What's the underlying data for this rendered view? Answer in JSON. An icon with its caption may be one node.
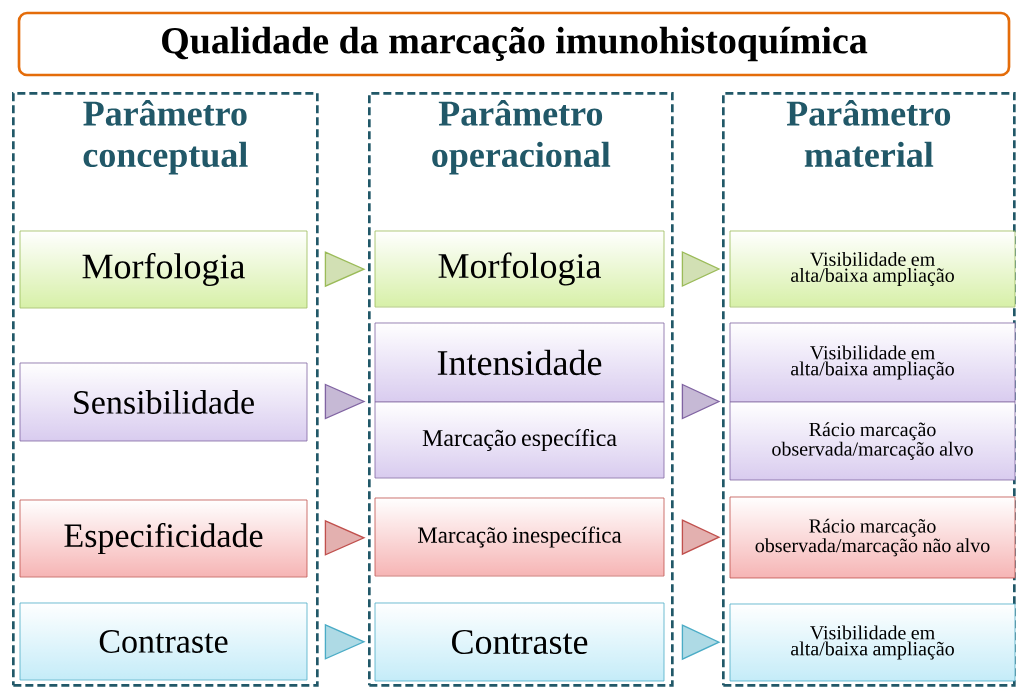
{
  "diagram": {
    "title": "Qualidade da marcação imunohistoquímica",
    "nodes": [
      {
        "text": [
          "Parâmetro conceptual"
        ]
      },
      {
        "text": [
          "Parâmetro operacional"
        ]
      },
      {
        "text": [
          "Parâmetro material"
        ]
      },
      {
        "text": [
          "Morfologia"
        ],
        "in": 0
      },
      {
        "text": [
          "Sensibilidade"
        ],
        "in": 0
      },
      {
        "text": [
          "Especificidade"
        ],
        "in": 0
      },
      {
        "text": [
          "Contraste"
        ],
        "in": 0
      },
      {
        "text": [
          "Morfologia"
        ],
        "in": 1
      },
      {
        "text": [
          "Intensidade"
        ],
        "in": 1
      },
      {
        "text": [
          "Marcação específica"
        ],
        "in": 1
      },
      {
        "text": [
          "Marcação inespecífica"
        ],
        "in": 1
      },
      {
        "text": [
          "Contraste"
        ],
        "in": 1
      },
      {
        "text": [
          "Visibilidade em alta/baixa ampliação"
        ],
        "in": 2
      },
      {
        "text": [
          "Visibilidade em alta/baixa ampliação"
        ],
        "in": 2
      },
      {
        "text": [
          "Rácio marcação observada/marcação alvo"
        ],
        "in": 2
      },
      {
        "text": [
          "Rácio marcação observada/marcação não alvo"
        ],
        "in": 2
      },
      {
        "text": [
          "Visibilidade em alta/baixa ampliação"
        ],
        "in": 2
      }
    ],
    "edges": [
      {
        "from": 3,
        "to": 7,
        "arrow": "to",
        "color": "#9bbb59"
      },
      {
        "from": 4,
        "to": 8,
        "arrow": "to"
      },
      {
        "from": 4,
        "to": 9,
        "arrow": "to"
      },
      {
        "from": 5,
        "to": 10,
        "arrow": "to",
        "color": "#c0504d"
      },
      {
        "from": 6,
        "to": 11,
        "arrow": "to",
        "color": "#4bacc6"
      },
      {
        "from": 7,
        "to": 12,
        "arrow": "to",
        "color": "#9bbb59"
      },
      {
        "from": 8,
        "to": 13,
        "arrow": "to"
      },
      {
        "from": 9,
        "to": 14,
        "arrow": "to"
      },
      {
        "from": 10,
        "to": 15,
        "arrow": "to",
        "color": "#c0504d"
      },
      {
        "from": 11,
        "to": 16,
        "arrow": "to",
        "color": "#4bacc6"
      }
    ]
  }
}
